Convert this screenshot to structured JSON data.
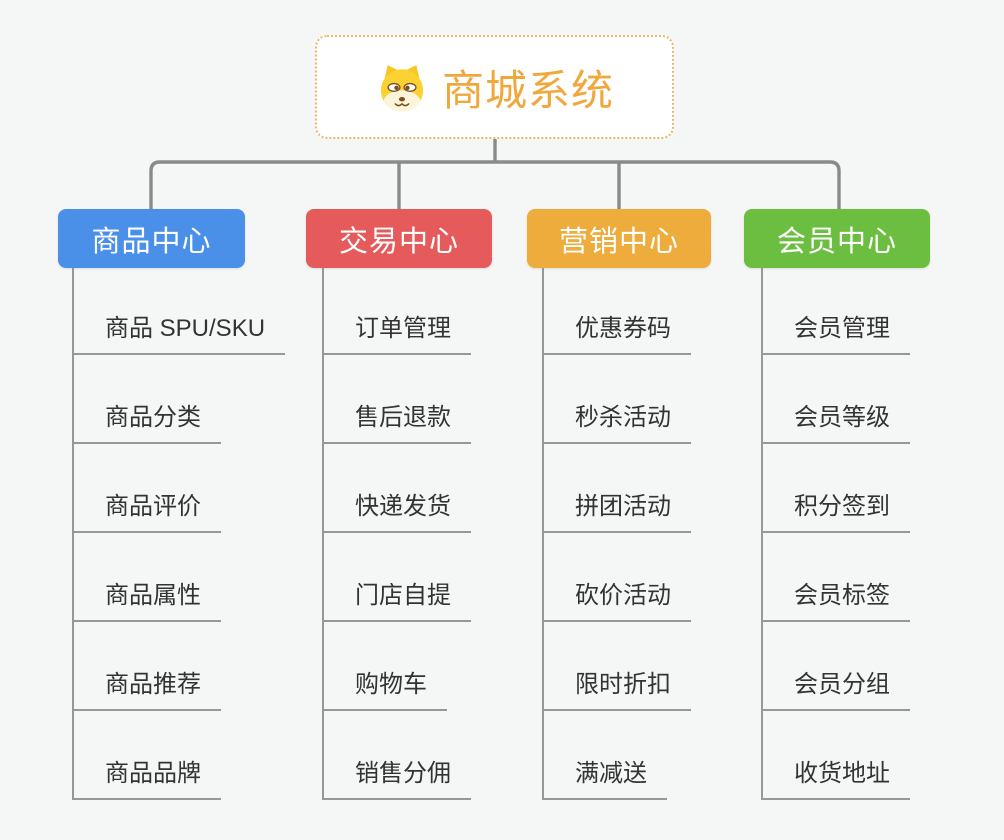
{
  "root": {
    "title": "商城系统",
    "icon": "doge-face-icon"
  },
  "branches": [
    {
      "label": "商品中心",
      "color": "#4a90e8",
      "children": [
        "商品 SPU/SKU",
        "商品分类",
        "商品评价",
        "商品属性",
        "商品推荐",
        "商品品牌"
      ]
    },
    {
      "label": "交易中心",
      "color": "#e55b5b",
      "children": [
        "订单管理",
        "售后退款",
        "快递发货",
        "门店自提",
        "购物车",
        "销售分佣"
      ]
    },
    {
      "label": "营销中心",
      "color": "#edac3c",
      "children": [
        "优惠券码",
        "秒杀活动",
        "拼团活动",
        "砍价活动",
        "限时折扣",
        "满减送"
      ]
    },
    {
      "label": "会员中心",
      "color": "#6cbe40",
      "children": [
        "会员管理",
        "会员等级",
        "积分签到",
        "会员标签",
        "会员分组",
        "收货地址"
      ]
    }
  ],
  "colors": {
    "canvas_bg": "#f5f6f6",
    "root_title": "#f0a83c",
    "root_border": "#e9b865",
    "connector": "#8a8a8a",
    "subtopic_line": "#979797",
    "subtopic_text": "#333333"
  }
}
